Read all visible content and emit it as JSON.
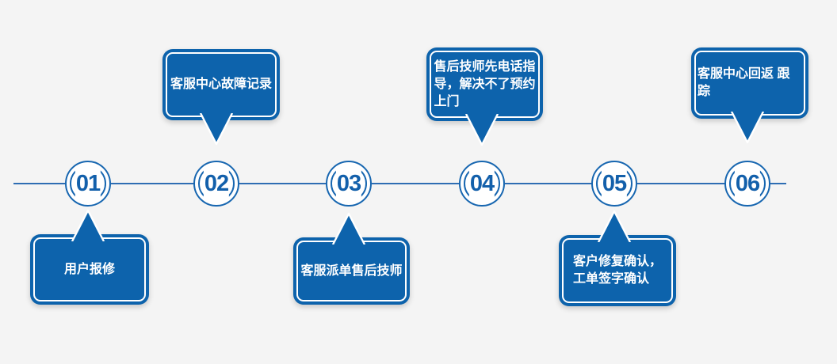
{
  "page": {
    "background": "#f4f4f4"
  },
  "colors": {
    "bubble_blue": "#0d63ac",
    "line_blue": "#2e6db3",
    "ring_blue": "#1766b0",
    "number_blue": "#1360ab",
    "text_white": "#ffffff",
    "page_bg": "#f4f4f4"
  },
  "timeline": {
    "steps": [
      {
        "number": "01",
        "label": "用户报修",
        "bubble_position": "below"
      },
      {
        "number": "02",
        "label": "客服中心故障记录",
        "bubble_position": "above"
      },
      {
        "number": "03",
        "label": "客服派单售后技师",
        "bubble_position": "below"
      },
      {
        "number": "04",
        "label": "售后技师先电话指\n导，解决不了预约\n上门",
        "bubble_position": "above"
      },
      {
        "number": "05",
        "label": "客户修复确认，\n工单签字确认",
        "bubble_position": "below"
      },
      {
        "number": "06",
        "label": "客服中心回返 跟踪",
        "bubble_position": "above"
      }
    ]
  }
}
